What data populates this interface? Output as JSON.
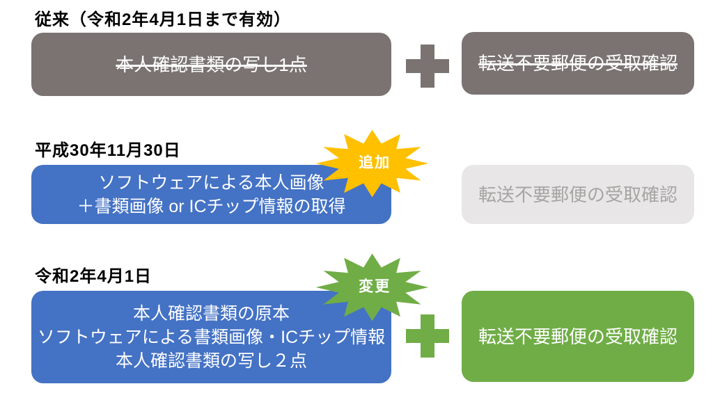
{
  "colors": {
    "gray": "#7a7372",
    "blue": "#4472c4",
    "green": "#70ad47",
    "gold": "#ffc000",
    "light_gray_bg": "#e8e6e6",
    "light_gray_text": "#a7a4a4"
  },
  "rows": [
    {
      "heading": "従来（令和2年4月1日まで有効）",
      "left_box": {
        "lines": [
          "本人確認書類の写し1点"
        ],
        "strikethrough": true
      },
      "plus_between": true,
      "right_box": {
        "text": "転送不要郵便の受取確認",
        "strikethrough": true
      }
    },
    {
      "heading": "平成30年11月30日",
      "badge": "追加",
      "left_box": {
        "lines": [
          "ソフトウェアによる本人画像",
          "＋書類画像 or ICチップ情報の取得"
        ],
        "strikethrough": false
      },
      "plus_between": false,
      "right_box": {
        "text": "転送不要郵便の受取確認",
        "strikethrough": false
      }
    },
    {
      "heading": "令和2年4月1日",
      "badge": "変更",
      "left_box": {
        "lines": [
          "本人確認書類の原本",
          "ソフトウェアによる書類画像・ICチップ情報",
          "本人確認書類の写し２点"
        ],
        "strikethrough": false
      },
      "plus_between": true,
      "right_box": {
        "text": "転送不要郵便の受取確認",
        "strikethrough": false
      }
    }
  ]
}
